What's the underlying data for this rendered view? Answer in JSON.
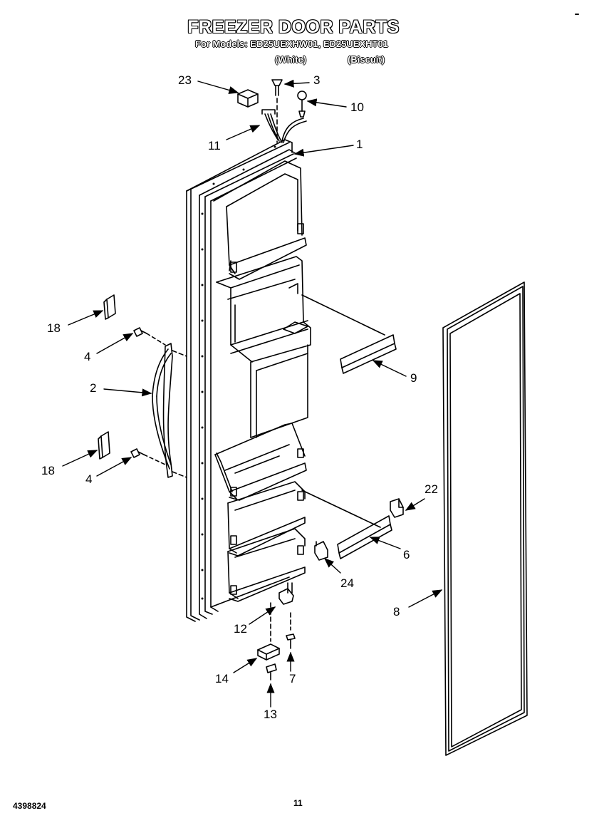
{
  "header": {
    "title": "FREEZER DOOR PARTS",
    "models_line": "For Models: ED25UEXHW01, ED25UEXHT01",
    "white_label": "(White)",
    "biscuit_label": "(Biscuit)"
  },
  "callouts": [
    {
      "id": "c23",
      "text": "23"
    },
    {
      "id": "c3",
      "text": "3"
    },
    {
      "id": "c10",
      "text": "10"
    },
    {
      "id": "c11",
      "text": "11"
    },
    {
      "id": "c1",
      "text": "1"
    },
    {
      "id": "c18a",
      "text": "18"
    },
    {
      "id": "c4a",
      "text": "4"
    },
    {
      "id": "c2",
      "text": "2"
    },
    {
      "id": "c9",
      "text": "9"
    },
    {
      "id": "c18b",
      "text": "18"
    },
    {
      "id": "c4b",
      "text": "4"
    },
    {
      "id": "c22",
      "text": "22"
    },
    {
      "id": "c6",
      "text": "6"
    },
    {
      "id": "c24",
      "text": "24"
    },
    {
      "id": "c8",
      "text": "8"
    },
    {
      "id": "c12",
      "text": "12"
    },
    {
      "id": "c14",
      "text": "14"
    },
    {
      "id": "c7",
      "text": "7"
    },
    {
      "id": "c13",
      "text": "13"
    }
  ],
  "footer": {
    "doc_number": "4398824",
    "page_number": "11"
  }
}
